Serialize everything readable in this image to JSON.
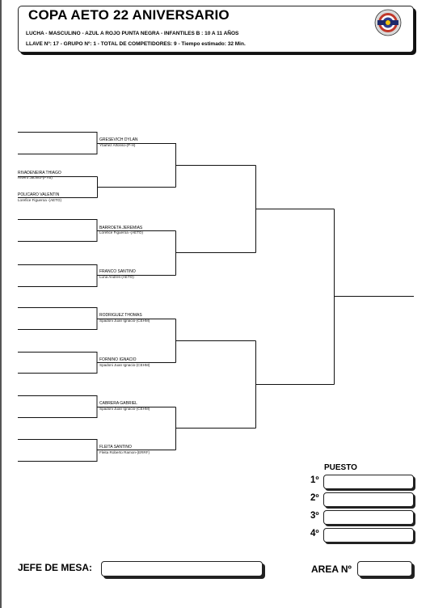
{
  "header": {
    "title": "COPA AETO 22 ANIVERSARIO",
    "line1": "LUCHA - MASCULINO - AZUL A ROJO PUNTA NEGRA - INFANTILES B : 10 A 11 AÑOS",
    "line2": "LLAVE Nº: 17 - GRUPO Nº: 1 - TOTAL DE COMPETIDORES: 9 - Tiempo estimado: 32 Min."
  },
  "competitors": [
    {
      "name": "GRESEVICH DYLAN",
      "club": "Ybañez Alfonso-(P-H)"
    },
    {
      "name": "RIVADENEIRA THIAGO",
      "club": "Rivero Jacinto-(PYB)"
    },
    {
      "name": "POLICARO VALENTIN",
      "club": "Lorefice Figueroa -(AETO)"
    },
    {
      "name": "BARROETA JEREMIAS",
      "club": "Lorefice Figueroa -(AETO)"
    },
    {
      "name": "FRANCO SANTINO",
      "club": "Luna Andres-(AETO)"
    },
    {
      "name": "RODRIGUEZ THOMAS",
      "club": "Spadoni Juan Ignacio-(CEHM)"
    },
    {
      "name": "FORNINO IGNACIO",
      "club": "Spadoni Juan Ignacio-(CEHM)"
    },
    {
      "name": "CABRERA GABRIEL",
      "club": "Spadoni Juan Ignacio-(CEHM)"
    },
    {
      "name": "FLEITA SANTINO",
      "club": "Fleita Roberto Ramon-(ERRF)"
    }
  ],
  "podium": {
    "title": "PUESTO",
    "places": [
      "1º",
      "2º",
      "3º",
      "4º"
    ]
  },
  "footer": {
    "jefe_label": "JEFE DE MESA:",
    "area_label": "AREA Nº"
  }
}
